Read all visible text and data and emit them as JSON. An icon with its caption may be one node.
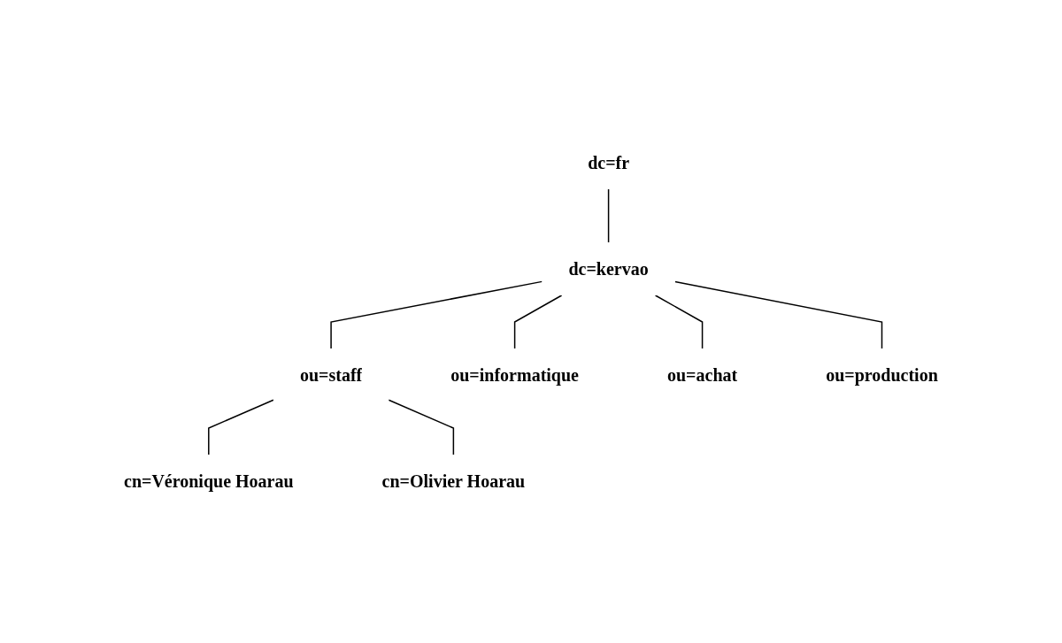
{
  "diagram": {
    "nodes": [
      {
        "text": [
          "dc=fr"
        ]
      },
      {
        "text": [
          "dc=kervao"
        ]
      },
      {
        "text": [
          "ou=staff"
        ]
      },
      {
        "text": [
          "ou=informatique"
        ]
      },
      {
        "text": [
          "ou=achat"
        ]
      },
      {
        "text": [
          "ou=production"
        ]
      },
      {
        "text": [
          "cn=Véronique Hoarau"
        ]
      },
      {
        "text": [
          "cn=Olivier Hoarau"
        ]
      }
    ],
    "edges": [
      {
        "from": 0,
        "to": 1,
        "arrow": "none"
      },
      {
        "from": 1,
        "to": 2,
        "arrow": "none"
      },
      {
        "from": 1,
        "to": 3,
        "arrow": "none"
      },
      {
        "from": 1,
        "to": 4,
        "arrow": "none"
      },
      {
        "from": 1,
        "to": 5,
        "arrow": "none"
      },
      {
        "from": 2,
        "to": 6,
        "arrow": "none"
      },
      {
        "from": 2,
        "to": 7,
        "arrow": "none"
      }
    ]
  }
}
